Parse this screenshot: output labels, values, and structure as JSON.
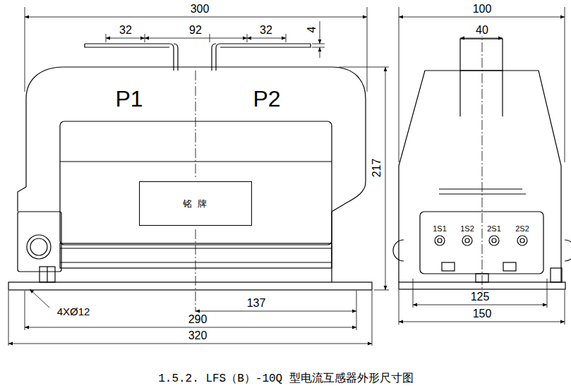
{
  "diagram": {
    "caption": "1.5.2. LFS（B）-10Q 型电流互感器外形尺寸图",
    "nodes": [
      {
        "text": [
          "铭 牌"
        ]
      }
    ],
    "labels": [
      "300",
      "32",
      "92",
      "32",
      "4",
      "P1",
      "P2",
      "217",
      "4XØ12",
      "137",
      "290",
      "320",
      "100",
      "40",
      "1S1",
      "1S2",
      "2S1",
      "2S2",
      "125",
      "150"
    ]
  }
}
